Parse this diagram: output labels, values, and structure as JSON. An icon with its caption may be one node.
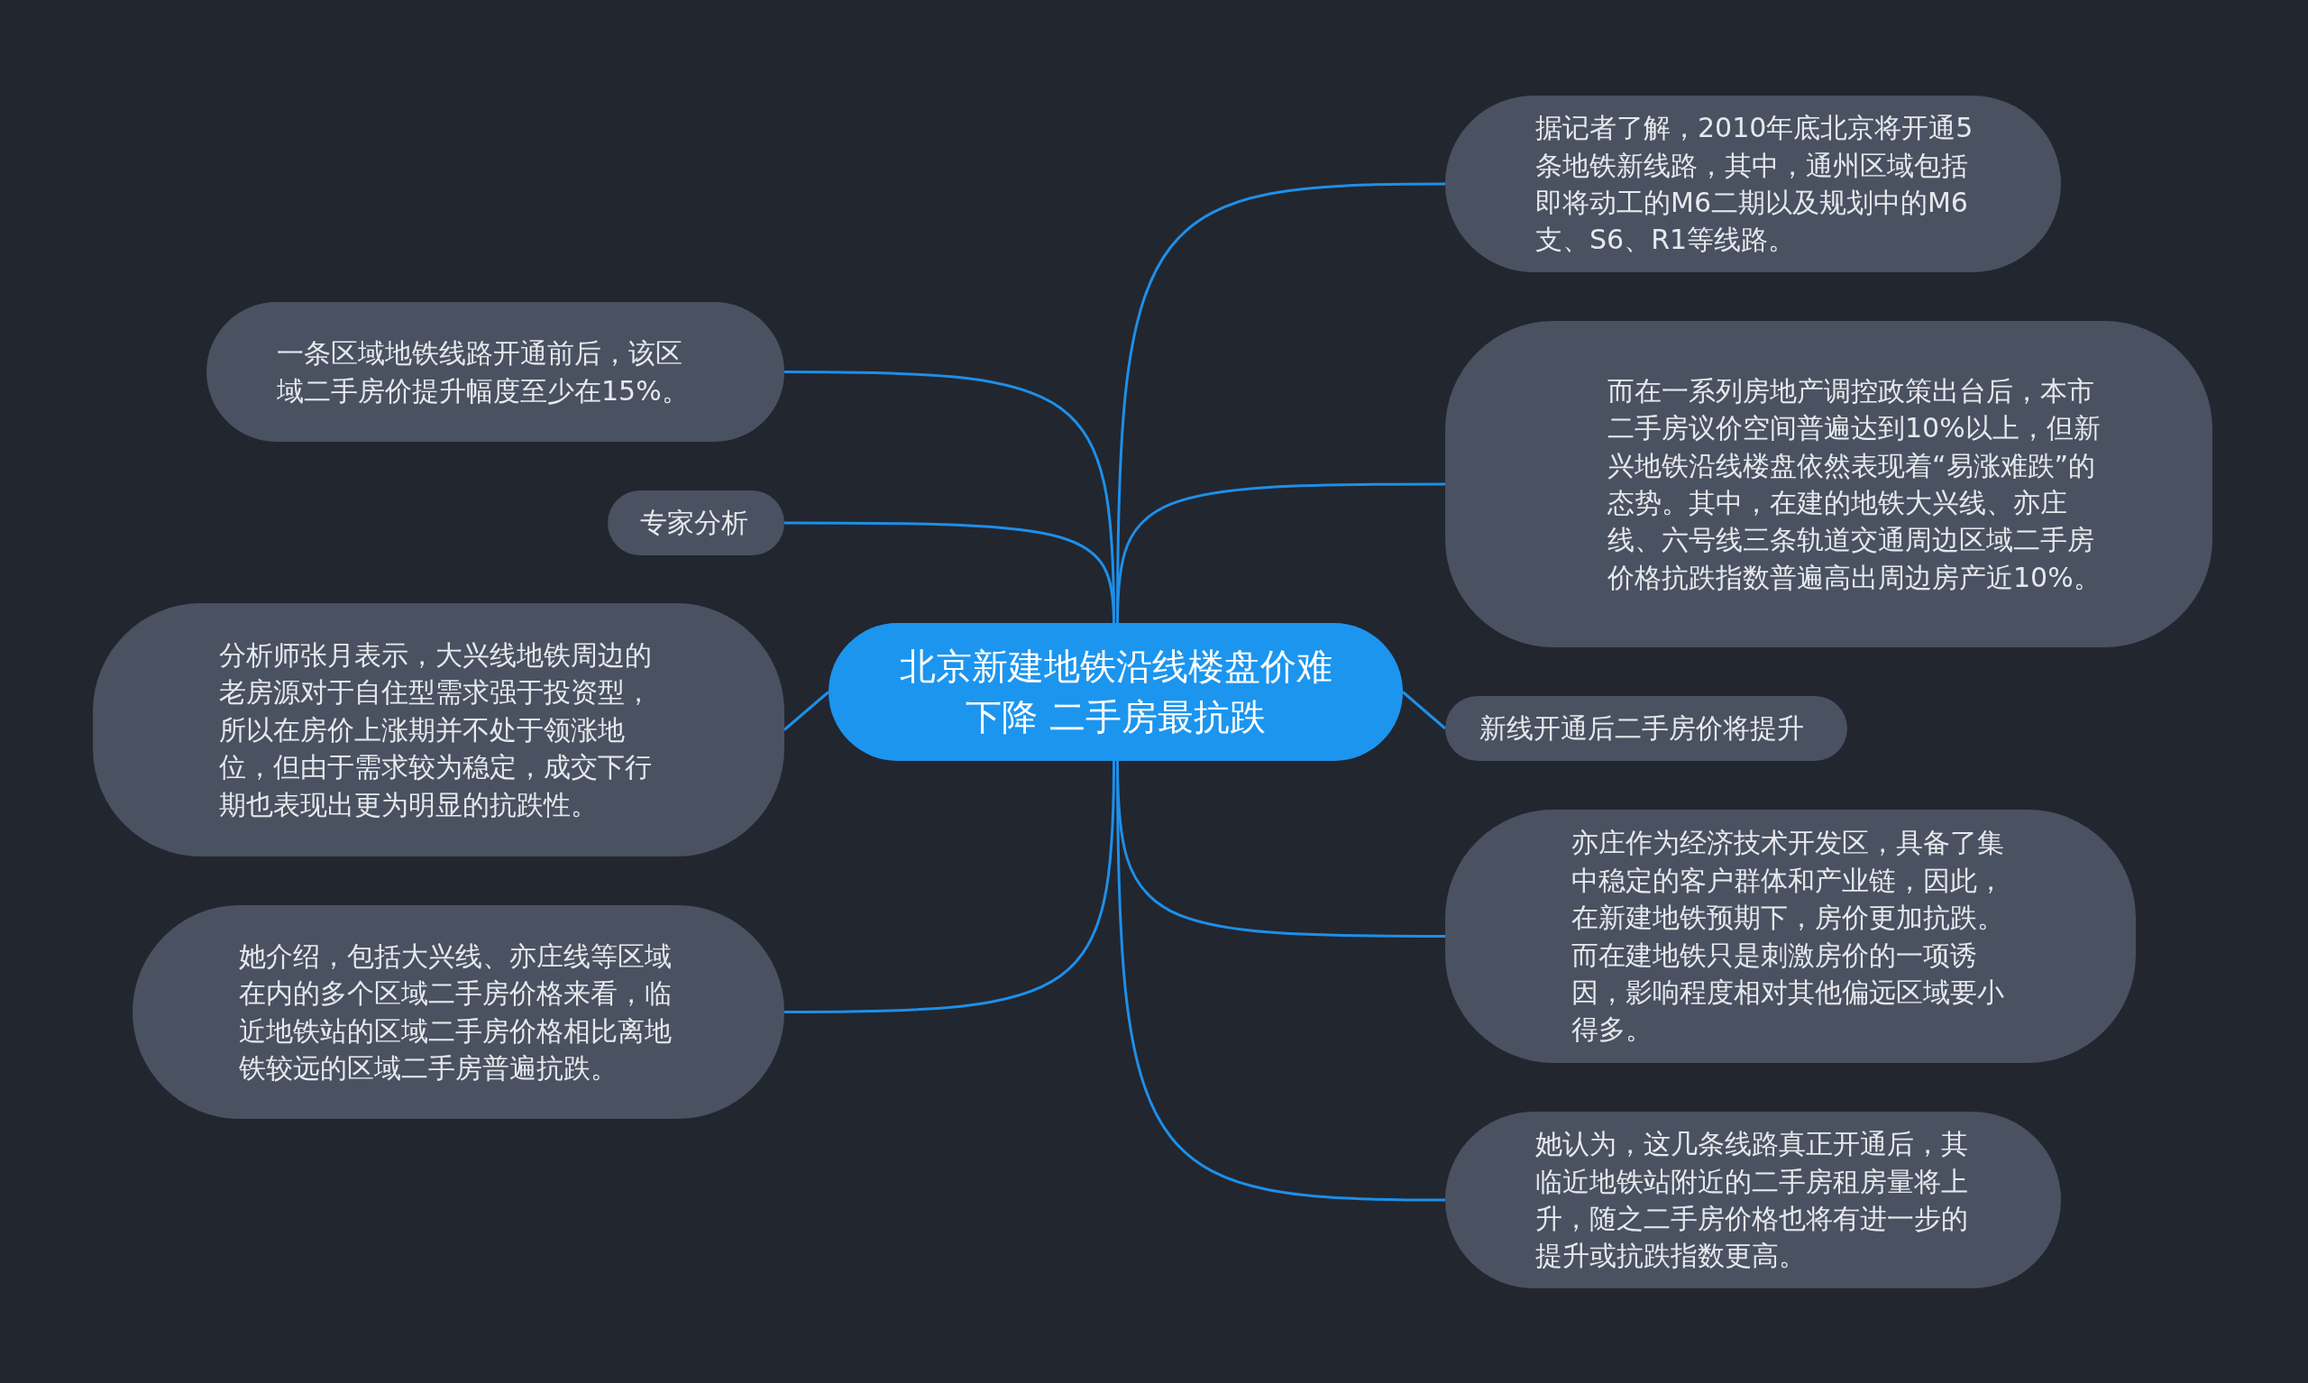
{
  "diagram": {
    "nodes": [
      {
        "text": [
          "北京新建地铁沿线楼盘价难下降 二手房最抗跌"
        ]
      },
      {
        "text": [
          "据记者了解，2010年底北京将开通5条地铁新线路，其中，通州区域包括即将动工的M6二期以及规划中的M6支、S6、R1等线路。"
        ]
      },
      {
        "text": [
          "而在一系列房地产调控政策出台后，本市二手房议价空间普遍达到10%以上，但新兴地铁沿线楼盘依然表现着“易涨难跌”的态势。其中，在建的地铁大兴线、亦庄线、六号线三条轨道交通周边区域二手房价格抗跌指数普遍高出周边房产近10%。"
        ]
      },
      {
        "text": [
          "新线开通后二手房价将提升"
        ]
      },
      {
        "text": [
          "亦庄作为经济技术开发区，具备了集中稳定的客户群体和产业链，因此，在新建地铁预期下，房价更加抗跌。而在建地铁只是刺激房价的一项诱因，影响程度相对其他偏远区域要小得多。"
        ]
      },
      {
        "text": [
          "她认为，这几条线路真正开通后，其临近地铁站附近的二手房租房量将上升，随之二手房价格也将有进一步的提升或抗跌指数更高。"
        ]
      },
      {
        "text": [
          "一条区域地铁线路开通前后，该区域二手房价提升幅度至少在15%。"
        ]
      },
      {
        "text": [
          "专家分析"
        ]
      },
      {
        "text": [
          "分析师张月表示，大兴线地铁周边的老房源对于自住型需求强于投资型，所以在房价上涨期并不处于领涨地位，但由于需求较为稳定，成交下行期也表现出更为明显的抗跌性。"
        ]
      },
      {
        "text": [
          "她介绍，包括大兴线、亦庄线等区域在内的多个区域二手房价格来看，临近地铁站的区域二手房价格相比离地铁较远的区域二手房普遍抗跌。"
        ]
      }
    ],
    "edges": [
      {
        "from": 0,
        "to": 1,
        "arrow": "none"
      },
      {
        "from": 0,
        "to": 2,
        "arrow": "none"
      },
      {
        "from": 0,
        "to": 3,
        "arrow": "none"
      },
      {
        "from": 0,
        "to": 4,
        "arrow": "none"
      },
      {
        "from": 0,
        "to": 5,
        "arrow": "none"
      },
      {
        "from": 0,
        "to": 6,
        "arrow": "none"
      },
      {
        "from": 0,
        "to": 7,
        "arrow": "none"
      },
      {
        "from": 0,
        "to": 8,
        "arrow": "none"
      },
      {
        "from": 0,
        "to": 9,
        "arrow": "none"
      }
    ]
  }
}
